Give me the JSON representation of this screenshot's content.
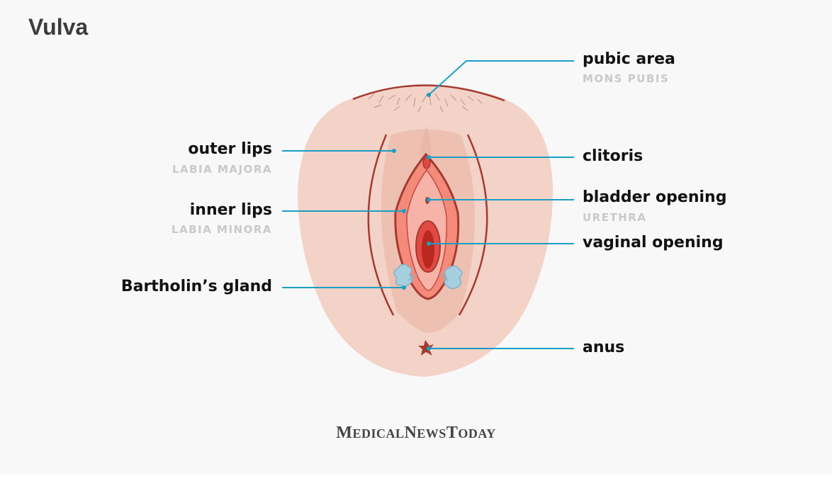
{
  "title": "Vulva",
  "labels": {
    "pubic_area": "pubic area",
    "mons_pubis": "MONS PUBIS",
    "outer_lips": "outer lips",
    "labia_majora": "LABIA MAJORA",
    "clitoris": "clitoris",
    "inner_lips": "inner lips",
    "labia_minora": "LABIA MINORA",
    "bladder_opening": "bladder opening",
    "urethra": "URETHRA",
    "vaginal_opening": "vaginal opening",
    "bartholins_gland": "Bartholin’s gland",
    "anus": "anus"
  },
  "logo": {
    "m": "M",
    "edical": "EDICAL",
    "n": "N",
    "ews": "EWS",
    "t": "T",
    "oday": "ODAY"
  },
  "colors": {
    "leader_line": "#1b9ec4",
    "skin_light": "#f3d2c7",
    "skin_dark": "#eab7a8",
    "outline": "#a53a30",
    "inner_red": "#e04a43",
    "gland": "#a6cfe0",
    "title_text": "#3c3c3c",
    "sub_text": "#c9c9c9"
  }
}
